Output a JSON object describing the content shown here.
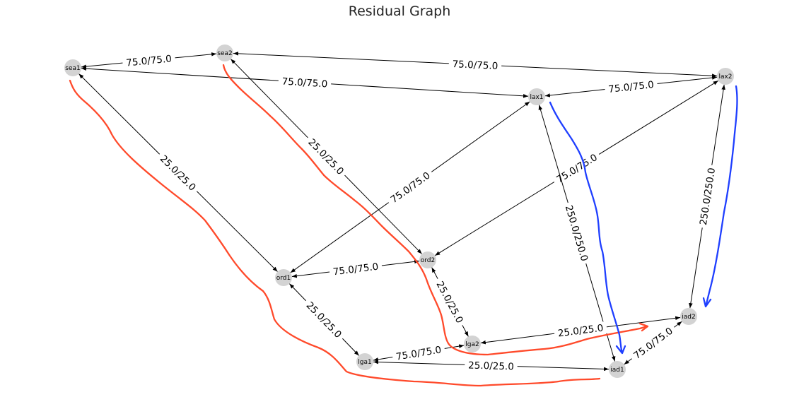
{
  "title": "Residual Graph",
  "colors": {
    "node": "#d3d3d3",
    "edge": "#000000",
    "red_annotation": "#ff4a2b",
    "blue_annotation": "#1f3fff"
  },
  "nodes": [
    {
      "id": "sea1",
      "label": "sea1"
    },
    {
      "id": "sea2",
      "label": "sea2"
    },
    {
      "id": "lax1",
      "label": "lax1"
    },
    {
      "id": "lax2",
      "label": "lax2"
    },
    {
      "id": "ord1",
      "label": "ord1"
    },
    {
      "id": "ord2",
      "label": "ord2"
    },
    {
      "id": "lga1",
      "label": "lga1"
    },
    {
      "id": "lga2",
      "label": "lga2"
    },
    {
      "id": "iad1",
      "label": "iad1"
    },
    {
      "id": "iad2",
      "label": "iad2"
    }
  ],
  "edges": [
    {
      "from": "sea1",
      "to": "sea2",
      "label": "75.0/75.0"
    },
    {
      "from": "sea2",
      "to": "lax2",
      "label": "75.0/75.0"
    },
    {
      "from": "sea1",
      "to": "lax1",
      "label": "75.0/75.0"
    },
    {
      "from": "lax1",
      "to": "lax2",
      "label": "75.0/75.0"
    },
    {
      "from": "sea1",
      "to": "ord1",
      "label": "25.0/25.0"
    },
    {
      "from": "sea2",
      "to": "ord2",
      "label": "25.0/25.0"
    },
    {
      "from": "ord1",
      "to": "lax1",
      "label": "75.0/75.0"
    },
    {
      "from": "ord2",
      "to": "lax2",
      "label": "75.0/75.0"
    },
    {
      "from": "lax1",
      "to": "iad1",
      "label": "250.0/250.0"
    },
    {
      "from": "lax2",
      "to": "iad2",
      "label": "250.0/250.0"
    },
    {
      "from": "ord1",
      "to": "ord2",
      "label": "75.0/75.0"
    },
    {
      "from": "ord1",
      "to": "lga1",
      "label": "25.0/25.0"
    },
    {
      "from": "ord2",
      "to": "lga2",
      "label": "25.0/25.0"
    },
    {
      "from": "lga1",
      "to": "lga2",
      "label": "75.0/75.0"
    },
    {
      "from": "lga2",
      "to": "iad2",
      "label": "25.0/25.0"
    },
    {
      "from": "lga1",
      "to": "iad1",
      "label": "25.0/25.0"
    },
    {
      "from": "iad1",
      "to": "iad2",
      "label": "75.0/75.0"
    }
  ],
  "annotations": [
    {
      "id": "red-path-1",
      "color": "red"
    },
    {
      "id": "red-path-2",
      "color": "red"
    },
    {
      "id": "blue-path-1",
      "color": "blue"
    },
    {
      "id": "blue-path-2",
      "color": "blue"
    }
  ]
}
